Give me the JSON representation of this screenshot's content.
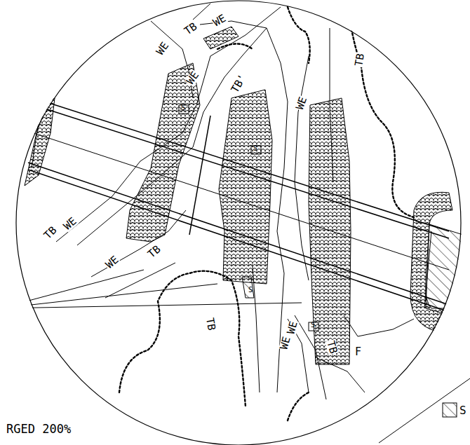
{
  "diagram": {
    "labels": [
      "TB",
      "WE",
      "WE",
      "WE",
      "TB'",
      "WE",
      "TB",
      "S",
      "S",
      "TB",
      "WE",
      "WE",
      "TB",
      "S",
      "TB",
      "WE",
      "WE",
      "S",
      "TB",
      "F",
      "RGED 200%"
    ],
    "legend": [
      {
        "text": "S"
      }
    ]
  }
}
